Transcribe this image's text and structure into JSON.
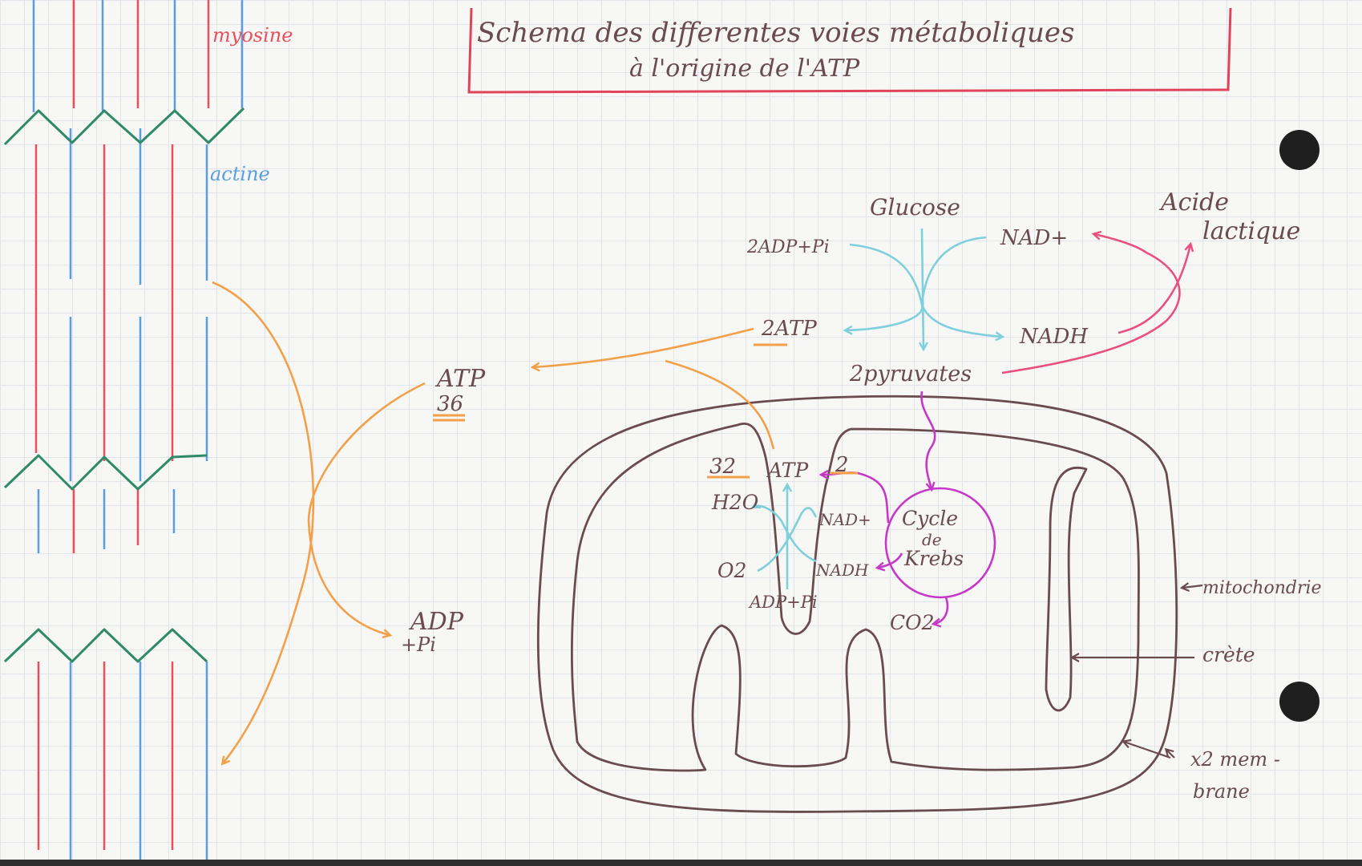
{
  "title": {
    "line1": "Schema des differentes voies métaboliques",
    "line2": "à l'origine de l'ATP"
  },
  "muscle": {
    "myosin_label": "myosine",
    "actin_label": "actine"
  },
  "glycolysis": {
    "glucose": "Glucose",
    "adp_pi": "2ADP+Pi",
    "atp": "2ATP",
    "nad_plus": "NAD+",
    "nadh": "NADH",
    "pyruvates": "2pyruvates",
    "lactic_acid_line1": "Acide",
    "lactic_acid_line2": "lactique"
  },
  "total": {
    "atp": "ATP",
    "count": "36",
    "adp": "ADP",
    "pi": "+Pi"
  },
  "mitochondria": {
    "atp_32": "32",
    "atp": "ATP",
    "atp_2": "2",
    "h2o": "H2O",
    "o2": "O2",
    "adp_pi": "ADP+Pi",
    "nad_plus": "NAD+",
    "nadh": "NADH",
    "krebs_line1": "Cycle",
    "krebs_line2": "de",
    "krebs_line3": "Krebs",
    "co2": "CO2",
    "label_mito": "mitochondrie",
    "label_crete": "crète",
    "label_membrane_line1": "x2 mem -",
    "label_membrane_line2": "brane"
  },
  "colors": {
    "title_border": "#e0445a",
    "myosin": "#e8505b",
    "actin": "#5b9ee0",
    "z_line": "#2f8a6a",
    "atp_arrows": "#f2a14a",
    "glycolysis": "#7fd0dc",
    "lactic": "#e9507f",
    "krebs": "#c638c8",
    "membrane": "#6a4b4f"
  }
}
